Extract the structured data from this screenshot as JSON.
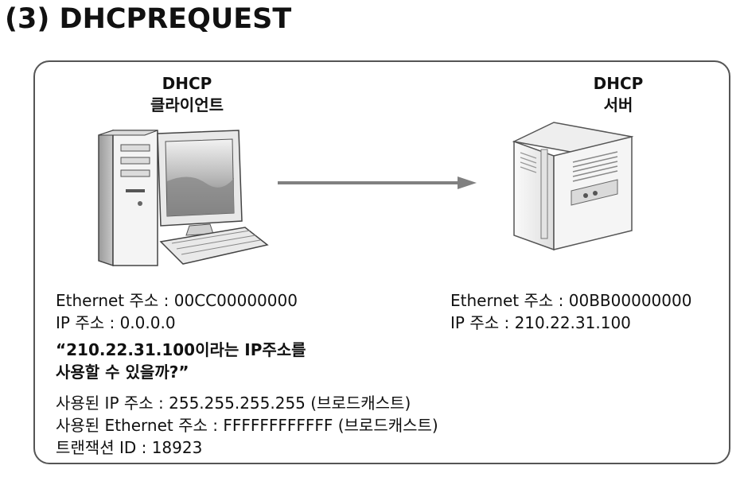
{
  "title": "(3) DHCPREQUEST",
  "client": {
    "label_line1": "DHCP",
    "label_line2": "클라이언트",
    "ethernet": "Ethernet 주소 : 00CC00000000",
    "ip": "IP 주소 : 0.0.0.0",
    "question_line1": "“210.22.31.100이라는 IP주소를",
    "question_line2": "사용할 수 있을까?”"
  },
  "server": {
    "label_line1": "DHCP",
    "label_line2": "서버",
    "ethernet": "Ethernet 주소 : 00BB00000000",
    "ip": "IP 주소 : 210.22.31.100"
  },
  "packet": {
    "dest_ip": "사용된 IP 주소 : 255.255.255.255 (브로드캐스트)",
    "dest_ethernet": "사용된 Ethernet 주소 : FFFFFFFFFFFF (브로드캐스트)",
    "transaction_id": "트랜잭션 ID : 18923"
  },
  "colors": {
    "arrow": "#808080",
    "frame": "#555555"
  },
  "icons": {
    "client": "desktop-computer-icon",
    "server": "server-tower-icon"
  }
}
